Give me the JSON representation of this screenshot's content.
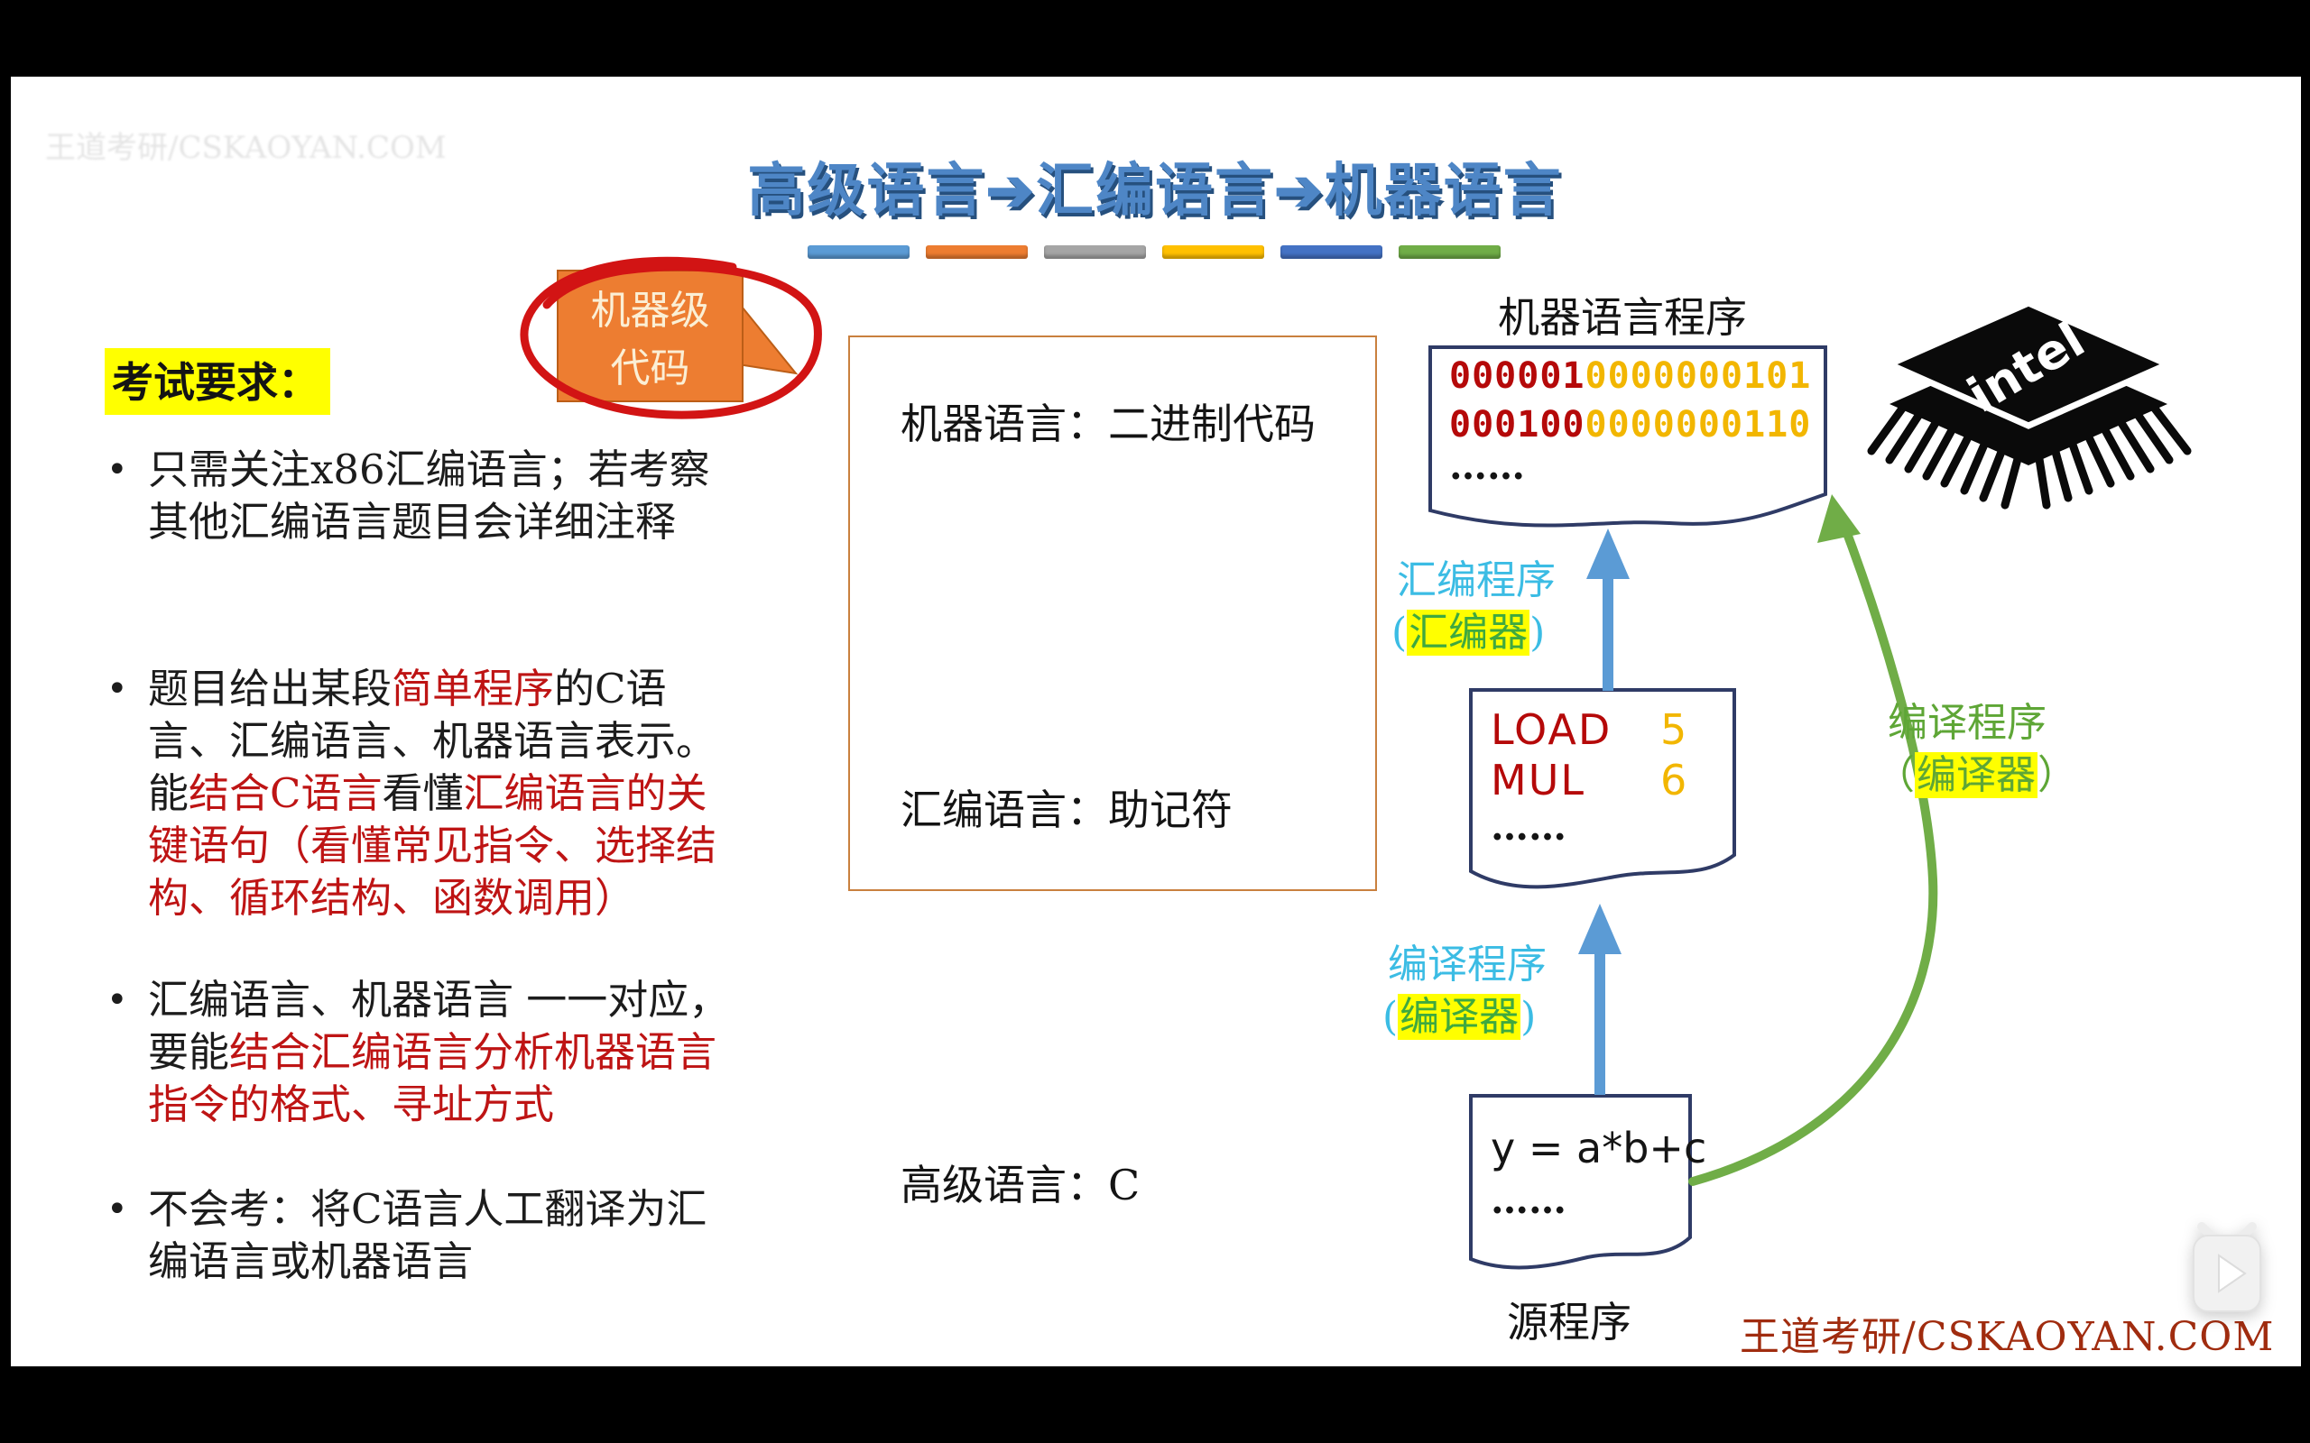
{
  "frame": {
    "ghost_watermark": "王道考研/CSKAOYAN.COM",
    "watermark": "王道考研/CSKAOYAN.COM"
  },
  "title": {
    "text": "高级语言➔汇编语言➔机器语言",
    "divider_colors": [
      "#5B9BD5",
      "#ED7D31",
      "#A5A5A5",
      "#FFC000",
      "#4472C4",
      "#70AD47"
    ]
  },
  "exam": {
    "heading": "考试要求：",
    "bullet_glyph": "•",
    "bullets": [
      {
        "segments": [
          {
            "t": "只需关注x86汇编语言；若考察其他汇编语言题目会详细注释",
            "c": "black"
          }
        ]
      },
      {
        "segments": [
          {
            "t": "题目给出某段",
            "c": "black"
          },
          {
            "t": "简单程序",
            "c": "red"
          },
          {
            "t": "的C语言、汇编语言、机器语言表示。能",
            "c": "black"
          },
          {
            "t": "结合C语言",
            "c": "red"
          },
          {
            "t": "看懂",
            "c": "black"
          },
          {
            "t": "汇编语言的关键语句（看懂常见指令、选择结构、循环结构、函数调用）",
            "c": "red"
          }
        ]
      },
      {
        "segments": [
          {
            "t": "汇编语言、机器语言 一一对应，要能",
            "c": "black"
          },
          {
            "t": "结合汇编语言分析机器语言指令的格式、寻址方式",
            "c": "red"
          }
        ]
      },
      {
        "segments": [
          {
            "t": "不会考：将C语言人工翻译为汇编语言或机器语言",
            "c": "black"
          }
        ]
      }
    ]
  },
  "callout": {
    "line1": "机器级",
    "line2": "代码"
  },
  "levels": {
    "machine": "机器语言：二进制代码",
    "assembly": "汇编语言：助记符",
    "high": "高级语言：C"
  },
  "machine_program": {
    "title": "机器语言程序",
    "lines": [
      {
        "red": "000001",
        "gold": "0000000101"
      },
      {
        "red": "000100",
        "gold": "0000000110"
      }
    ],
    "ellipsis": "……"
  },
  "assembler_label": {
    "name": "汇编程序",
    "open": "(",
    "tool": "汇编器",
    "close": ")"
  },
  "asm_doc": {
    "rows": [
      {
        "op": "LOAD",
        "val": "5"
      },
      {
        "op": "MUL",
        "val": "6"
      }
    ],
    "ellipsis": "……"
  },
  "compiler_label": {
    "name": "编译程序",
    "open": "(",
    "tool": "编译器",
    "close": ")"
  },
  "source_doc": {
    "code": "y = a*b+c",
    "ellipsis": "……",
    "label": "源程序"
  },
  "compiler_label_right": {
    "name": "编译程序",
    "open": "（",
    "tool": "编译器",
    "close": "）"
  },
  "chip": {
    "brand": "intel"
  },
  "icons": {
    "video_overlay": "tv-play-icon"
  },
  "colors": {
    "title_blue": "#4E86C6",
    "red_text": "#BE1414",
    "binary_red": "#C00000",
    "binary_gold": "#FFC000",
    "cyan_label": "#3BBCE4",
    "green_label": "#3FA93F",
    "green_label_right": "#5EA636",
    "blue_arrow": "#5B9BD5",
    "green_arrow": "#70AD47",
    "callout_orange": "#ED7D31",
    "highlight_yellow": "#FFFF00",
    "watermark_red": "#A02C0F"
  }
}
